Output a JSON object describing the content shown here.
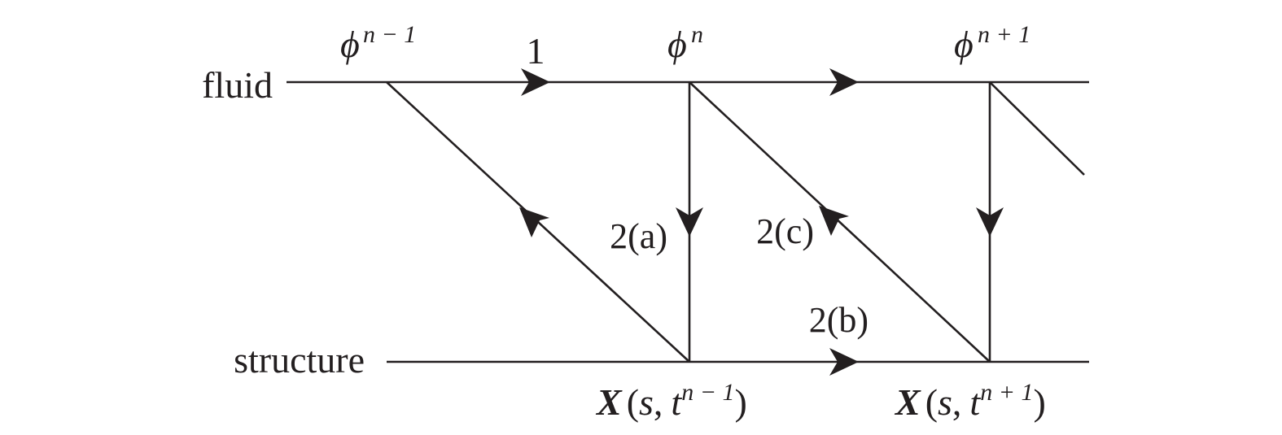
{
  "labels": {
    "fluid": "fluid",
    "structure": "structure",
    "step_1": "1",
    "step_2a": "2(a)",
    "step_2b": "2(b)",
    "step_2c": "2(c)"
  },
  "phi": {
    "symbol": "ϕ",
    "prev_sup": "n − 1",
    "curr_sup": "n",
    "next_sup": "n + 1"
  },
  "position": {
    "X": "X",
    "open": "(",
    "s": "s",
    "comma": ",",
    "t": "t",
    "close": ")",
    "prev_sup": "n − 1",
    "next_sup": "n + 1"
  },
  "colors": {
    "ink": "#231f20",
    "background": "#ffffff"
  }
}
